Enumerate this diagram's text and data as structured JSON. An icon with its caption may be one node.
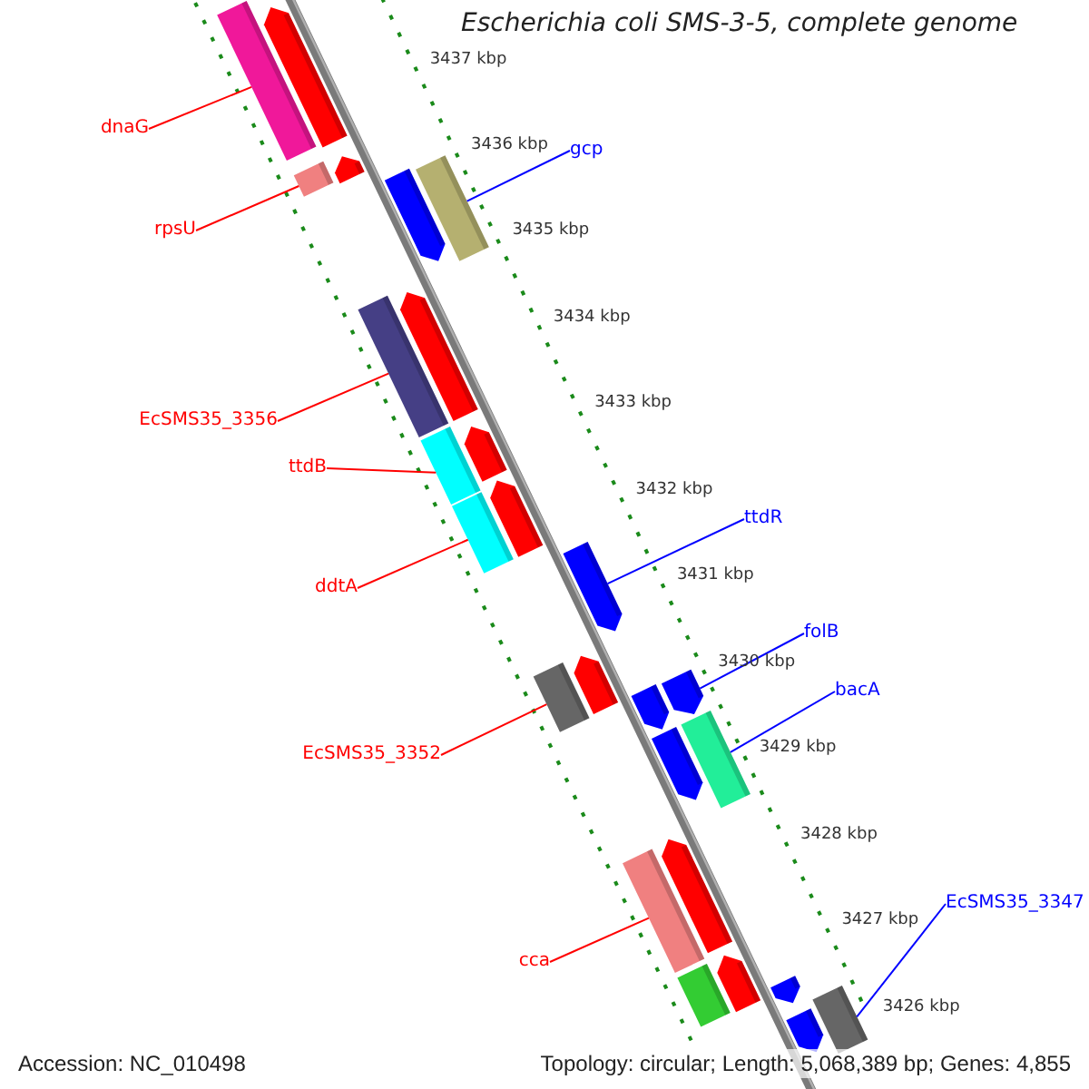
{
  "diagram": {
    "title": "Escherichia coli SMS-3-5, complete genome",
    "nodes": [
      {
        "text": [
          "dnaG"
        ]
      },
      {
        "text": [
          "rpsU"
        ]
      },
      {
        "text": [
          "gcp"
        ]
      },
      {
        "text": [
          "EcSMS35_3356"
        ]
      },
      {
        "text": [
          "ttdB"
        ]
      },
      {
        "text": [
          "ttdR"
        ]
      },
      {
        "text": [
          "ddtA"
        ]
      },
      {
        "text": [
          "folB"
        ]
      },
      {
        "text": [
          "bacA"
        ]
      },
      {
        "text": [
          "EcSMS35_3352"
        ]
      },
      {
        "text": [
          "cca"
        ]
      },
      {
        "text": [
          "EcSMS35_3347"
        ]
      },
      {
        "text": [],
        "shape": "pentagon"
      },
      {
        "text": [],
        "shape": "bar"
      },
      {
        "text": [],
        "shape": "bar"
      },
      {
        "text": [],
        "shape": "pentagon"
      },
      {
        "text": [],
        "shape": "pentagon"
      },
      {
        "text": [],
        "shape": "bar"
      },
      {
        "text": [],
        "shape": "bar"
      },
      {
        "text": [],
        "shape": "pentagon"
      },
      {
        "text": [],
        "shape": "bar"
      },
      {
        "text": [],
        "shape": "pentagon"
      },
      {
        "text": [],
        "shape": "pentagon"
      },
      {
        "text": [],
        "shape": "bar"
      },
      {
        "text": [],
        "shape": "pentagon"
      },
      {
        "text": [],
        "shape": "bar"
      },
      {
        "text": [],
        "shape": "pentagon"
      },
      {
        "text": [],
        "shape": "pentagon"
      },
      {
        "text": [],
        "shape": "pentagon"
      },
      {
        "text": [],
        "shape": "pentagon"
      },
      {
        "text": [],
        "shape": "bar"
      },
      {
        "text": [],
        "shape": "pentagon"
      },
      {
        "text": [],
        "shape": "bar"
      },
      {
        "text": [],
        "shape": "pentagon"
      },
      {
        "text": [],
        "shape": "bar"
      },
      {
        "text": [],
        "shape": "pentagon"
      },
      {
        "text": [],
        "shape": "bar"
      },
      {
        "text": [],
        "shape": "pentagon"
      }
    ],
    "edges": [
      {
        "from": 0,
        "to": 13,
        "arrow": "none"
      },
      {
        "from": 1,
        "to": 14,
        "arrow": "none"
      },
      {
        "from": 2,
        "to": 17,
        "arrow": "none",
        "color": "#0000ff"
      },
      {
        "from": 3,
        "to": 18,
        "arrow": "none"
      },
      {
        "from": 4,
        "to": 20,
        "arrow": "none"
      },
      {
        "from": 5,
        "to": 24,
        "arrow": "none",
        "color": "#0000ff"
      },
      {
        "from": 6,
        "to": 23,
        "arrow": "none"
      },
      {
        "from": 7,
        "to": 28,
        "arrow": "none",
        "color": "#0000ff"
      },
      {
        "from": 8,
        "to": 30,
        "arrow": "none",
        "color": "#0000ff"
      },
      {
        "from": 9,
        "to": 25,
        "arrow": "none"
      },
      {
        "from": 10,
        "to": 32,
        "arrow": "none"
      },
      {
        "from": 11,
        "to": 36,
        "arrow": "none",
        "color": "#0000ff"
      }
    ],
    "labels": [
      "3437 kbp",
      "3436 kbp",
      "3435 kbp",
      "3434 kbp",
      "3433 kbp",
      "3432 kbp",
      "3431 kbp",
      "3430 kbp",
      "3429 kbp",
      "3428 kbp",
      "3427 kbp",
      "3426 kbp",
      "Accession: NC_010498",
      "Topology: circular; Length: 5,068,389 bp; Genes: 4,855"
    ]
  }
}
